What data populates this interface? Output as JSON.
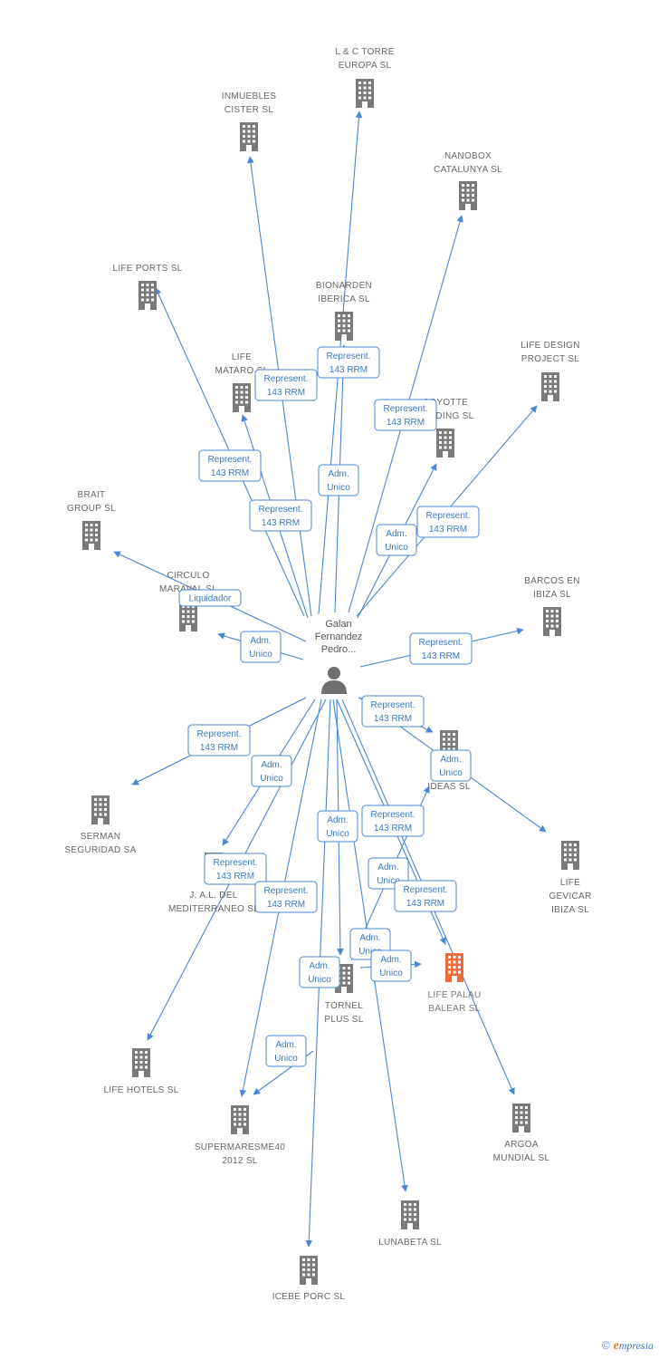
{
  "colors": {
    "edge": "#4a86d4",
    "building": "#7a7a7a",
    "focus": "#f06a3a",
    "text": "#666666"
  },
  "person": {
    "lines": [
      "Galan",
      "Fernandez",
      "Pedro..."
    ],
    "icon": "person-icon"
  },
  "nodes": [
    {
      "id": "ltorre",
      "lines": [
        "L & C TORRE",
        "EUROPA SL"
      ]
    },
    {
      "id": "inmuebles",
      "lines": [
        "INMUEBLES",
        "CISTER SL"
      ]
    },
    {
      "id": "nanobox",
      "lines": [
        "NANOBOX",
        "CATALUNYA SL"
      ]
    },
    {
      "id": "lifeports",
      "lines": [
        "LIFE PORTS SL"
      ]
    },
    {
      "id": "bionarden",
      "lines": [
        "BIONARDEN",
        "IBERICA SL"
      ]
    },
    {
      "id": "lifedesign",
      "lines": [
        "LIFE DESIGN",
        "PROJECT SL"
      ]
    },
    {
      "id": "lifemataro",
      "lines": [
        "LIFE",
        "MATARO SL"
      ]
    },
    {
      "id": "coyotte",
      "lines": [
        "COYOTTE",
        "TRADING SL"
      ]
    },
    {
      "id": "brait",
      "lines": [
        "BRAIT",
        "GROUP SL"
      ]
    },
    {
      "id": "circulo",
      "lines": [
        "CIRCULO",
        "MARAVAL SL"
      ]
    },
    {
      "id": "barcos",
      "lines": [
        "BARCOS EN",
        "IBIZA SL"
      ]
    },
    {
      "id": "ideas",
      "lines": [
        "IDEAS SL"
      ]
    },
    {
      "id": "serman",
      "lines": [
        "SERMAN",
        "SEGURIDAD SA"
      ]
    },
    {
      "id": "gevicar",
      "lines": [
        "LIFE",
        "GEVICAR",
        "IBIZA SL"
      ]
    },
    {
      "id": "jal",
      "lines": [
        "J. A.L. DEL",
        "MEDITERRANEO SL"
      ]
    },
    {
      "id": "lifepalau",
      "lines": [
        "LIFE PALAU",
        "BALEAR SL"
      ],
      "focus": true
    },
    {
      "id": "tornel",
      "lines": [
        "TORNEL",
        "PLUS SL"
      ]
    },
    {
      "id": "lifehotels",
      "lines": [
        "LIFE HOTELS SL"
      ]
    },
    {
      "id": "argoa",
      "lines": [
        "ARGOA",
        "MUNDIAL SL"
      ]
    },
    {
      "id": "supermaresme",
      "lines": [
        "SUPERMARESME40",
        "2012 SL"
      ]
    },
    {
      "id": "lunabeta",
      "lines": [
        "LUNABETA SL"
      ]
    },
    {
      "id": "icebe",
      "lines": [
        "ICEBE PORC SL"
      ]
    }
  ],
  "edge_labels": [
    {
      "lines": [
        "Represent.",
        "143 RRM"
      ]
    },
    {
      "lines": [
        "Represent.",
        "143 RRM"
      ]
    },
    {
      "lines": [
        "Represent.",
        "143 RRM"
      ]
    },
    {
      "lines": [
        "Represent.",
        "143 RRM"
      ]
    },
    {
      "lines": [
        "Represent.",
        "143 RRM"
      ]
    },
    {
      "lines": [
        "Adm.",
        "Unico"
      ]
    },
    {
      "lines": [
        "Adm.",
        "Unico"
      ]
    },
    {
      "lines": [
        "Represent.",
        "143 RRM"
      ]
    },
    {
      "lines": [
        "Liquidador"
      ]
    },
    {
      "lines": [
        "Adm.",
        "Unico"
      ]
    },
    {
      "lines": [
        "Represent.",
        "143 RRM"
      ]
    },
    {
      "lines": [
        "Represent.",
        "143 RRM"
      ]
    },
    {
      "lines": [
        "Represent.",
        "143 RRM"
      ]
    },
    {
      "lines": [
        "Adm.",
        "Unico"
      ]
    },
    {
      "lines": [
        "Adm.",
        "Unico"
      ]
    },
    {
      "lines": [
        "Adm.",
        "Unico"
      ]
    },
    {
      "lines": [
        "Represent.",
        "143 RRM"
      ]
    },
    {
      "lines": [
        "Represent.",
        "143 RRM"
      ]
    },
    {
      "lines": [
        "Represent.",
        "143 RRM"
      ]
    },
    {
      "lines": [
        "Adm.",
        "Unico"
      ]
    },
    {
      "lines": [
        "Represent.",
        "143 RRM"
      ]
    },
    {
      "lines": [
        "Adm.",
        "Unico"
      ]
    },
    {
      "lines": [
        "Adm.",
        "Unico"
      ]
    },
    {
      "lines": [
        "Adm.",
        "Unico"
      ]
    },
    {
      "lines": [
        "Adm.",
        "Unico"
      ]
    }
  ],
  "footer": {
    "copyright": "©",
    "brand_initial": "e",
    "brand_rest": "mpresia"
  }
}
